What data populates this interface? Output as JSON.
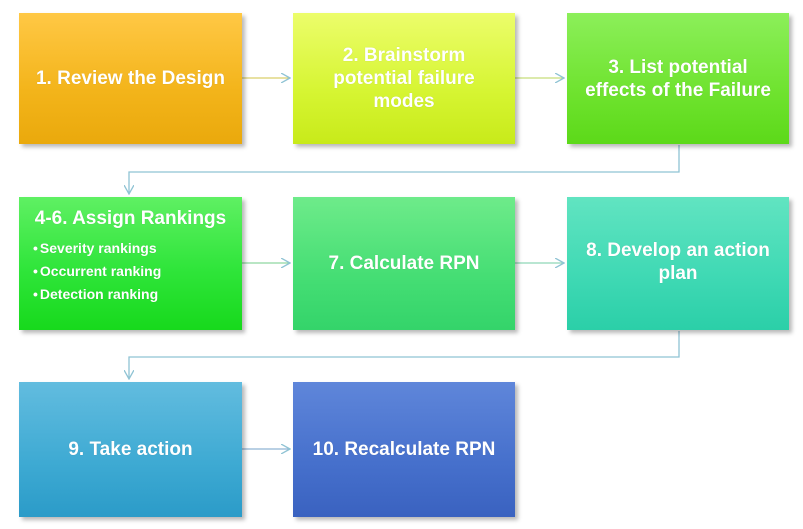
{
  "steps": [
    {
      "id": "review-design",
      "label": "1. Review the Design",
      "color": "#f3b41a"
    },
    {
      "id": "brainstorm",
      "label": "2. Brainstorm potential failure modes",
      "color": "#d6f532"
    },
    {
      "id": "list-effects",
      "label": "3. List potential effects of the Failure",
      "color": "#6fe32f"
    },
    {
      "id": "assign-rankings",
      "label": "4-6. Assign Rankings",
      "color": "#2fe53a",
      "bullets": [
        "Severity rankings",
        "Occurrent ranking",
        "Detection ranking"
      ]
    },
    {
      "id": "calculate-rpn",
      "label": "7. Calculate RPN",
      "color": "#45de74"
    },
    {
      "id": "action-plan",
      "label": "8. Develop an action plan",
      "color": "#3fd9b4"
    },
    {
      "id": "take-action",
      "label": "9. Take action",
      "color": "#3eaad3"
    },
    {
      "id": "recalculate-rpn",
      "label": "10. Recalculate RPN",
      "color": "#4670cc"
    }
  ],
  "connector_color": "#9cc6d6"
}
